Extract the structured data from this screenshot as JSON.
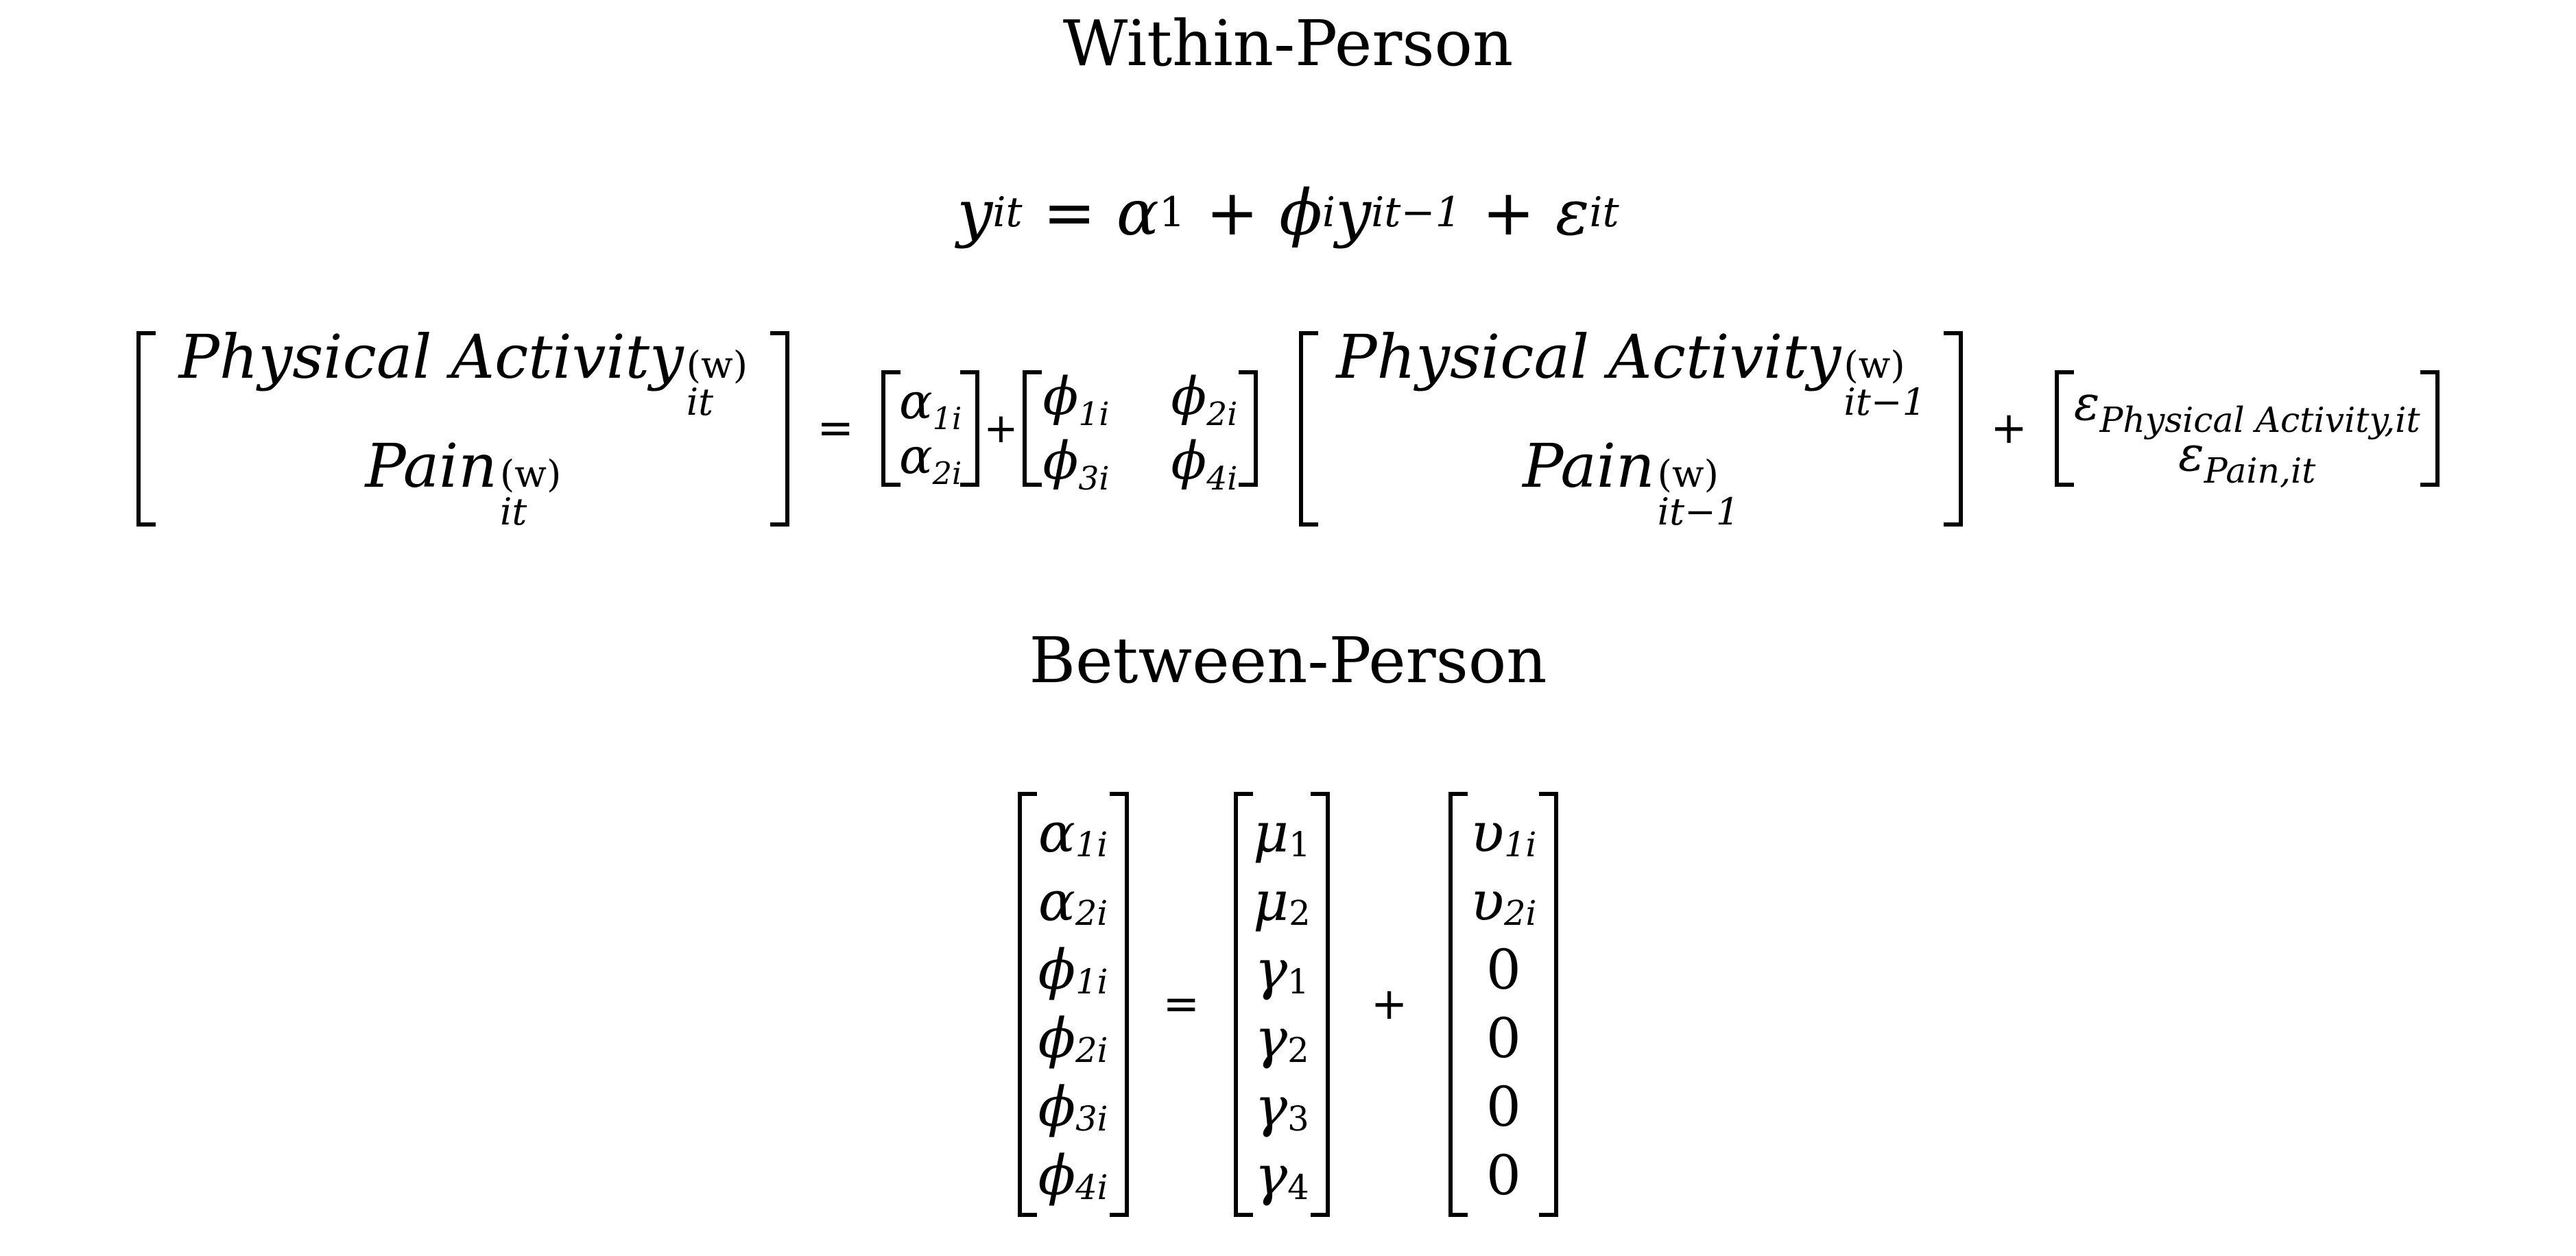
{
  "headings": {
    "within": "Within-Person",
    "between": "Between-Person"
  },
  "eq1": {
    "y": "y",
    "y_sub": "it",
    "equals": "=",
    "alpha": "α",
    "alpha_sub": "1",
    "plus": "+",
    "phi": "ϕ",
    "phi_sub": "i",
    "y_lag": "y",
    "y_lag_sub": "it−1",
    "eps": "ε",
    "eps_sub": "it"
  },
  "eq2": {
    "lhs": {
      "row1": "Physical Activity",
      "row1_sup": "(w)",
      "row1_sub": "it",
      "row2": "Pain",
      "row2_sup": "(w)",
      "row2_sub": "it"
    },
    "equals": "=",
    "intercepts": [
      {
        "sym": "α",
        "sub": "1i"
      },
      {
        "sym": "α",
        "sub": "2i"
      }
    ],
    "plus1": "+",
    "phi_matrix": [
      {
        "sym": "ϕ",
        "sub": "1i"
      },
      {
        "sym": "ϕ",
        "sub": "2i"
      },
      {
        "sym": "ϕ",
        "sub": "3i"
      },
      {
        "sym": "ϕ",
        "sub": "4i"
      }
    ],
    "lagged": {
      "row1": "Physical Activity",
      "row1_sup": "(w)",
      "row1_sub": "it−1",
      "row2": "Pain",
      "row2_sup": "(w)",
      "row2_sub": "it−1"
    },
    "plus2": "+",
    "residuals": [
      {
        "sym": "ε",
        "sub": "Physical Activity,it"
      },
      {
        "sym": "ε",
        "sub": "Pain,it"
      }
    ]
  },
  "eq3": {
    "lhs": [
      {
        "sym": "α",
        "sub": "1i"
      },
      {
        "sym": "α",
        "sub": "2i"
      },
      {
        "sym": "ϕ",
        "sub": "1i"
      },
      {
        "sym": "ϕ",
        "sub": "2i"
      },
      {
        "sym": "ϕ",
        "sub": "3i"
      },
      {
        "sym": "ϕ",
        "sub": "4i"
      }
    ],
    "equals": "=",
    "means": [
      {
        "sym": "μ",
        "sub": "1"
      },
      {
        "sym": "μ",
        "sub": "2"
      },
      {
        "sym": "γ",
        "sub": "1"
      },
      {
        "sym": "γ",
        "sub": "2"
      },
      {
        "sym": "γ",
        "sub": "3"
      },
      {
        "sym": "γ",
        "sub": "4"
      }
    ],
    "plus": "+",
    "random": [
      {
        "sym": "υ",
        "sub": "1i"
      },
      {
        "sym": "υ",
        "sub": "2i"
      },
      {
        "sym": "0",
        "sub": ""
      },
      {
        "sym": "0",
        "sub": ""
      },
      {
        "sym": "0",
        "sub": ""
      },
      {
        "sym": "0",
        "sub": ""
      }
    ]
  }
}
